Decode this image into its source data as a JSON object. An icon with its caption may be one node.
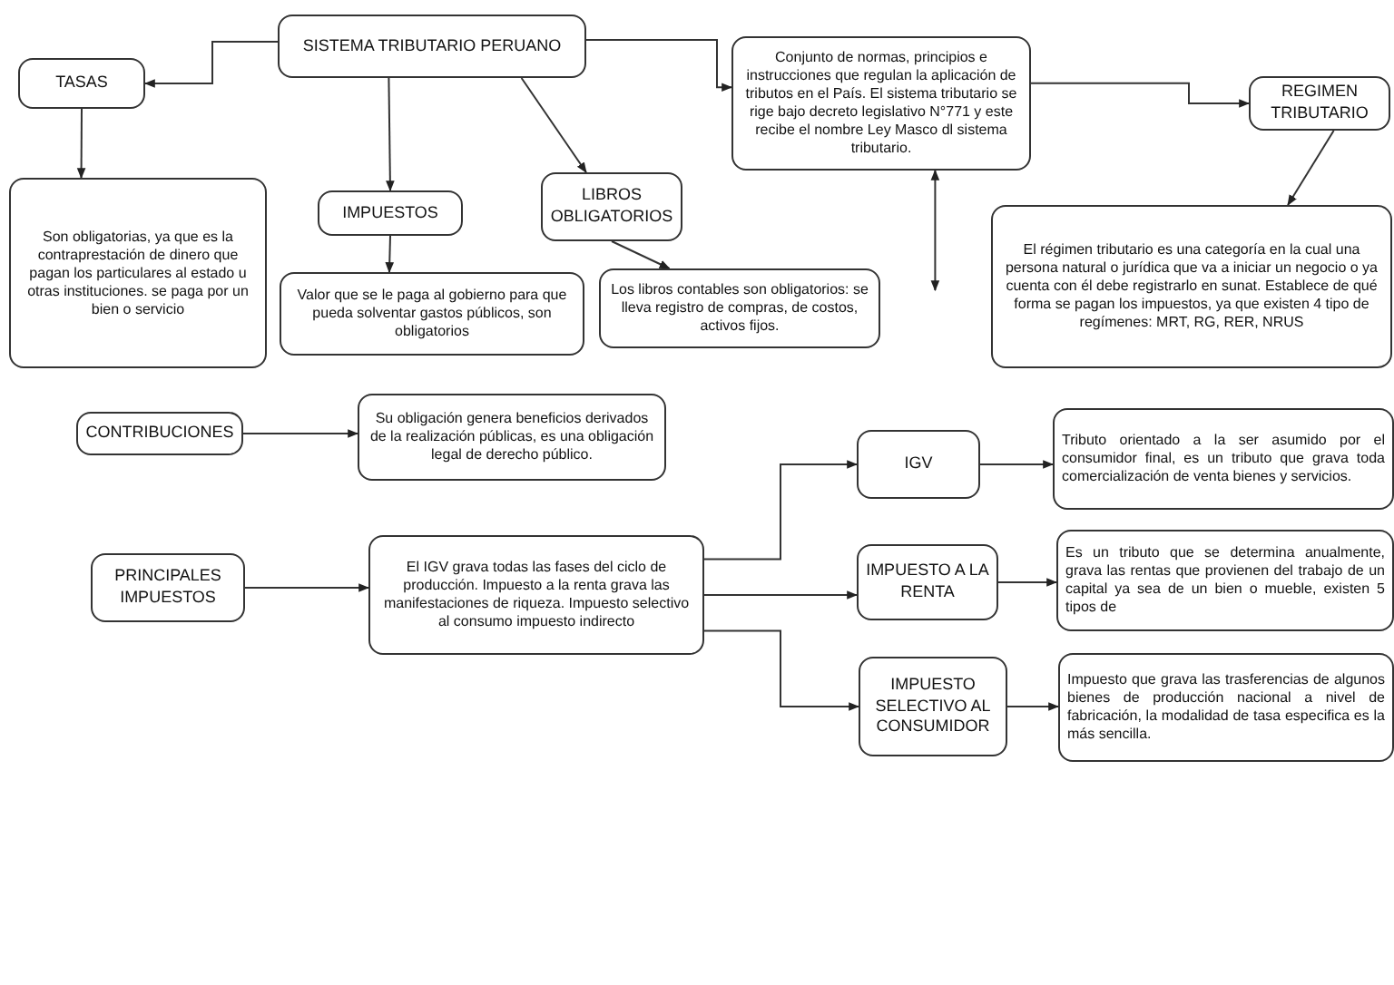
{
  "diagram": {
    "nodes": [
      {
        "text": [
          "SISTEMA TRIBUTARIO PERUANO"
        ]
      },
      {
        "text": [
          "TASAS"
        ]
      },
      {
        "text": [
          "Conjunto de normas, principios e instrucciones que regulan la aplicación de tributos en el País. El sistema tributario se rige bajo decreto legislativo N°771 y este recibe el nombre Ley Masco dl sistema tributario."
        ]
      },
      {
        "text": [
          "REGIMEN TRIBUTARIO"
        ]
      },
      {
        "text": [
          "Son obligatorias, ya que es la contraprestación de dinero que pagan los particulares al estado u otras instituciones. se paga por un bien o servicio"
        ]
      },
      {
        "text": [
          "IMPUESTOS"
        ]
      },
      {
        "text": [
          "LIBROS OBLIGATORIOS"
        ]
      },
      {
        "text": [
          "Valor que se le paga al gobierno para que pueda solventar gastos públicos, son obligatorios"
        ]
      },
      {
        "text": [
          "Los libros contables son obligatorios: se lleva registro de compras, de costos, activos fijos."
        ]
      },
      {
        "text": [
          "El régimen tributario es una categoría en la cual una persona natural o jurídica que va a iniciar un negocio o ya cuenta con él debe registrarlo en sunat. Establece de qué forma se pagan los impuestos, ya que existen 4 tipo de regímenes: MRT, RG, RER, NRUS"
        ]
      },
      {
        "text": [
          "CONTRIBUCIONES"
        ]
      },
      {
        "text": [
          "Su obligación genera beneficios derivados de la realización públicas, es una obligación legal de derecho público."
        ]
      },
      {
        "text": [
          "PRINCIPALES IMPUESTOS"
        ]
      },
      {
        "text": [
          "El IGV grava todas las fases del ciclo de producción. Impuesto a la renta grava las manifestaciones de riqueza. Impuesto selectivo al consumo impuesto indirecto"
        ]
      },
      {
        "text": [
          "IGV"
        ]
      },
      {
        "text": [
          "Tributo orientado a la ser asumido por el consumidor final, es un tributo que grava toda comercialización de venta bienes y servicios."
        ]
      },
      {
        "text": [
          "IMPUESTO A LA RENTA"
        ]
      },
      {
        "text": [
          "Es un tributo que se determina anualmente, grava las rentas que provienen del trabajo de un capital ya sea de un bien o mueble, existen 5 tipos de"
        ]
      },
      {
        "text": [
          "IMPUESTO SELECTIVO AL CONSUMIDOR"
        ]
      },
      {
        "text": [
          "Impuesto que grava las trasferencias de algunos bienes de producción nacional a nivel de fabricación, la modalidad de tasa especifica es la más sencilla."
        ]
      }
    ],
    "edges": [
      {
        "from": 0,
        "to": 1,
        "arrow": "to"
      },
      {
        "from": 0,
        "to": 2,
        "arrow": "to"
      },
      {
        "from": 2,
        "to": 3,
        "arrow": "to"
      },
      {
        "from": 0,
        "to": 5,
        "arrow": "to"
      },
      {
        "from": 0,
        "to": 6,
        "arrow": "to"
      },
      {
        "from": 1,
        "to": 4,
        "arrow": "to"
      },
      {
        "from": 5,
        "to": 7,
        "arrow": "to"
      },
      {
        "from": 6,
        "to": 8,
        "arrow": "to"
      },
      {
        "from": 3,
        "to": 9,
        "arrow": "to"
      },
      {
        "from": 2,
        "to": null,
        "arrow": "both"
      },
      {
        "from": 10,
        "to": 11,
        "arrow": "to"
      },
      {
        "from": 12,
        "to": 13,
        "arrow": "to"
      },
      {
        "from": 13,
        "to": 14,
        "arrow": "to"
      },
      {
        "from": 13,
        "to": 16,
        "arrow": "to"
      },
      {
        "from": 13,
        "to": 18,
        "arrow": "to"
      },
      {
        "from": 14,
        "to": 15,
        "arrow": "to"
      },
      {
        "from": 16,
        "to": 17,
        "arrow": "to"
      },
      {
        "from": 18,
        "to": 19,
        "arrow": "to"
      }
    ]
  }
}
